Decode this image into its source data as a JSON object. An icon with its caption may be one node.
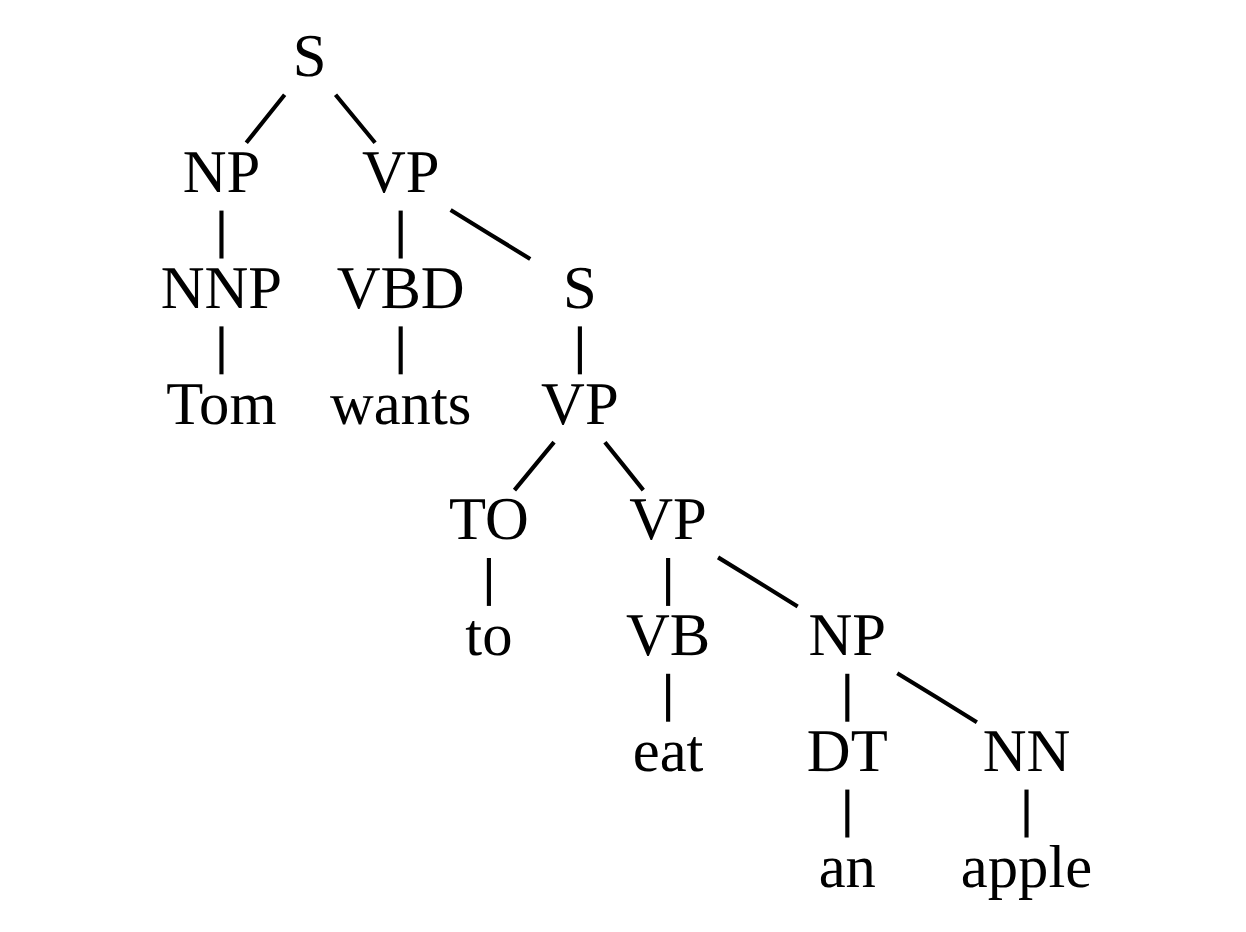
{
  "diagram": {
    "nodes": [
      {
        "text": [
          "S"
        ]
      },
      {
        "text": [
          "NP"
        ]
      },
      {
        "text": [
          "VP"
        ]
      },
      {
        "text": [
          "NNP"
        ]
      },
      {
        "text": [
          "VBD"
        ]
      },
      {
        "text": [
          "S"
        ]
      },
      {
        "text": [
          "Tom"
        ]
      },
      {
        "text": [
          "wants"
        ]
      },
      {
        "text": [
          "VP"
        ]
      },
      {
        "text": [
          "TO"
        ]
      },
      {
        "text": [
          "VP"
        ]
      },
      {
        "text": [
          "to"
        ]
      },
      {
        "text": [
          "VB"
        ]
      },
      {
        "text": [
          "NP"
        ]
      },
      {
        "text": [
          "eat"
        ]
      },
      {
        "text": [
          "DT"
        ]
      },
      {
        "text": [
          "NN"
        ]
      },
      {
        "text": [
          "an"
        ]
      },
      {
        "text": [
          "apple"
        ]
      }
    ],
    "edges": [
      {
        "from": 0,
        "to": 1,
        "arrow": "none"
      },
      {
        "from": 0,
        "to": 2,
        "arrow": "none"
      },
      {
        "from": 1,
        "to": 3,
        "arrow": "none"
      },
      {
        "from": 2,
        "to": 4,
        "arrow": "none"
      },
      {
        "from": 2,
        "to": 5,
        "arrow": "none"
      },
      {
        "from": 3,
        "to": 6,
        "arrow": "none"
      },
      {
        "from": 4,
        "to": 7,
        "arrow": "none"
      },
      {
        "from": 5,
        "to": 8,
        "arrow": "none"
      },
      {
        "from": 8,
        "to": 9,
        "arrow": "none"
      },
      {
        "from": 8,
        "to": 10,
        "arrow": "none"
      },
      {
        "from": 9,
        "to": 11,
        "arrow": "none"
      },
      {
        "from": 10,
        "to": 12,
        "arrow": "none"
      },
      {
        "from": 10,
        "to": 13,
        "arrow": "none"
      },
      {
        "from": 12,
        "to": 14,
        "arrow": "none"
      },
      {
        "from": 13,
        "to": 15,
        "arrow": "none"
      },
      {
        "from": 13,
        "to": 16,
        "arrow": "none"
      },
      {
        "from": 15,
        "to": 17,
        "arrow": "none"
      },
      {
        "from": 16,
        "to": 18,
        "arrow": "none"
      }
    ]
  }
}
